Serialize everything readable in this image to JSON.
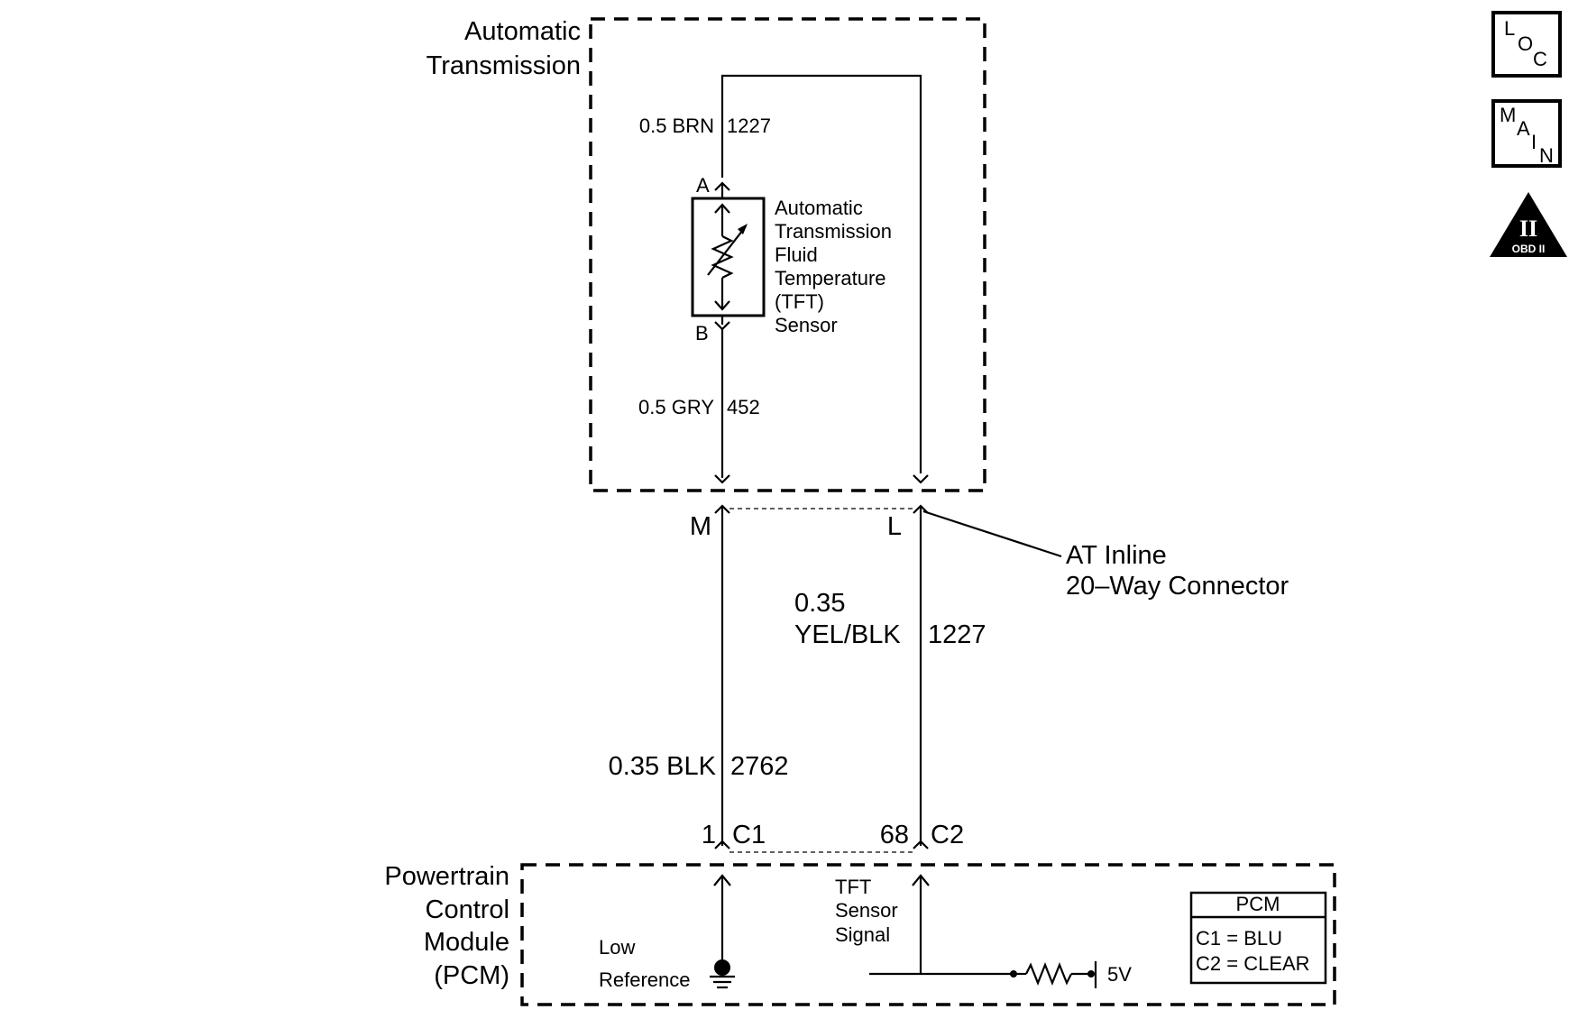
{
  "transmission": {
    "title_line1": "Automatic",
    "title_line2": "Transmission"
  },
  "sensor": {
    "name_lines": [
      "Automatic",
      "Transmission",
      "Fluid",
      "Temperature",
      "(TFT)",
      "Sensor"
    ],
    "terminal_a": "A",
    "terminal_b": "B"
  },
  "wires_upper": {
    "left_top": {
      "color": "0.5 BRN",
      "circuit": "1227"
    },
    "left_bottom": {
      "color": "0.5 GRY",
      "circuit": "452"
    }
  },
  "inline_connector": {
    "pin_left": "M",
    "pin_right": "L",
    "label_line1": "AT Inline",
    "label_line2": "20–Way Connector"
  },
  "wires_lower": {
    "right": {
      "color_line1": "0.35",
      "color_line2": "YEL/BLK",
      "circuit": "1227"
    },
    "left": {
      "color": "0.35 BLK",
      "circuit": "2762"
    }
  },
  "pcm_connectors": {
    "left_pin": "1",
    "left_conn": "C1",
    "right_pin": "68",
    "right_conn": "C2"
  },
  "pcm": {
    "title_lines": [
      "Powertrain",
      "Control",
      "Module",
      "(PCM)"
    ],
    "low_ref_line1": "Low",
    "low_ref_line2": "Reference",
    "signal_lines": [
      "TFT",
      "Sensor",
      "Signal"
    ],
    "voltage": "5V",
    "legend_title": "PCM",
    "legend_c1": "C1 = BLU",
    "legend_c2": "C2 = CLEAR"
  },
  "side_icons": {
    "loc_letters": [
      "L",
      "O",
      "C"
    ],
    "main_letters": [
      "M",
      "A",
      "I",
      "N"
    ],
    "obd_numeral": "II",
    "obd_label": "OBD II"
  }
}
